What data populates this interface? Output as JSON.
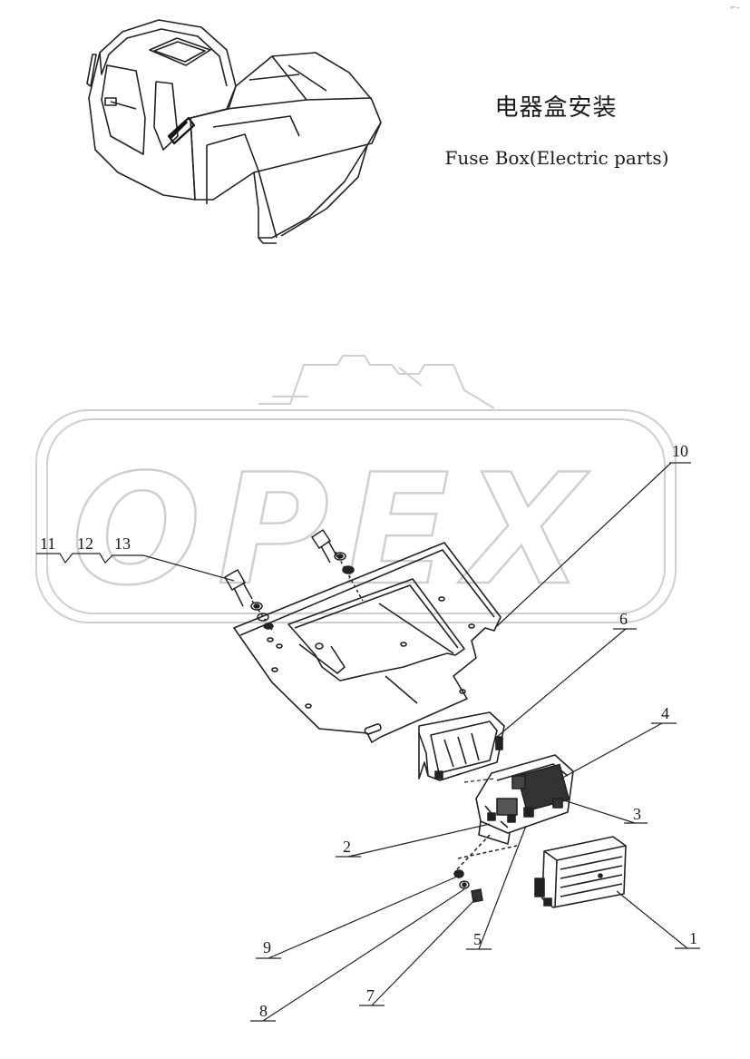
{
  "header": {
    "title_cn": "电器盒安装",
    "title_en": "Fuse Box(Electric parts)",
    "corner_mark": "⌐–"
  },
  "watermark": {
    "text": "OPEX"
  },
  "callouts": [
    {
      "id": "c1",
      "label": "1"
    },
    {
      "id": "c2",
      "label": "2"
    },
    {
      "id": "c3",
      "label": "3"
    },
    {
      "id": "c4",
      "label": "4"
    },
    {
      "id": "c5",
      "label": "5"
    },
    {
      "id": "c6",
      "label": "6"
    },
    {
      "id": "c7",
      "label": "7"
    },
    {
      "id": "c8",
      "label": "8"
    },
    {
      "id": "c9",
      "label": "9"
    },
    {
      "id": "c10",
      "label": "10"
    },
    {
      "id": "c11",
      "label": "11"
    },
    {
      "id": "c12",
      "label": "12"
    },
    {
      "id": "c13",
      "label": "13"
    }
  ]
}
